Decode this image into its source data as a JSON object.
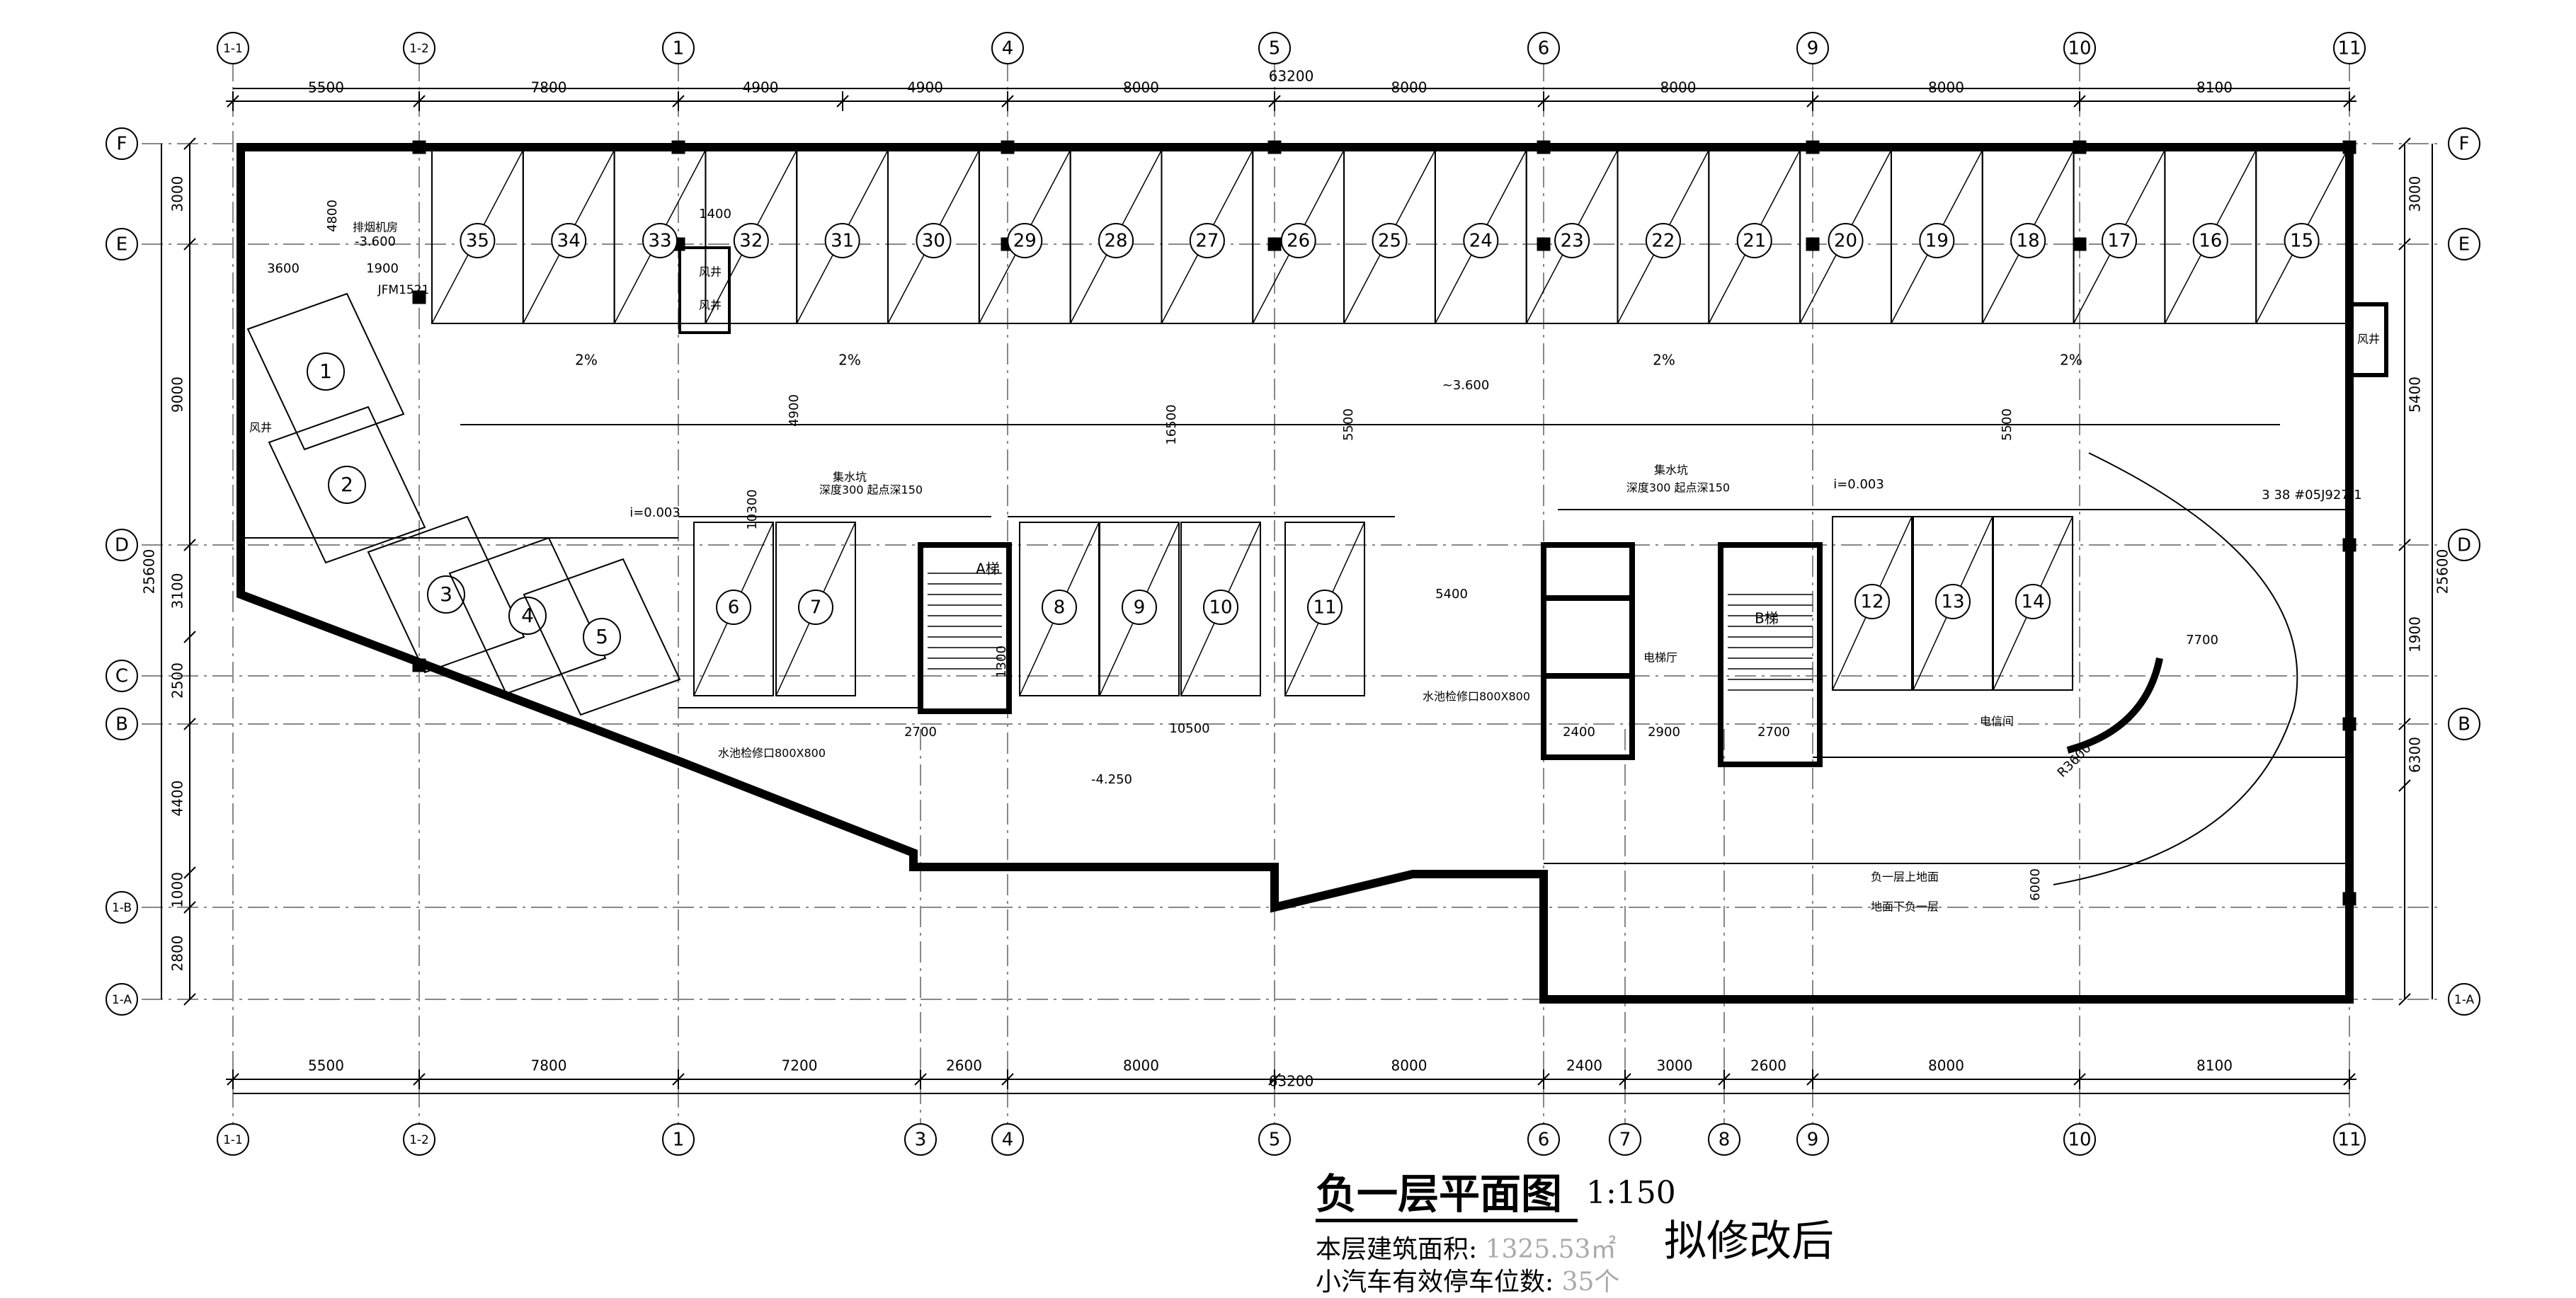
{
  "drawing": {
    "top_axes": [
      "1-1",
      "1-2",
      "1",
      "4",
      "5",
      "6",
      "9",
      "10",
      "11"
    ],
    "bottom_axes": [
      "1-1",
      "1-2",
      "1",
      "3",
      "4",
      "5",
      "6",
      "7",
      "8",
      "9",
      "10",
      "11"
    ],
    "left_axes": [
      "F",
      "E",
      "D",
      "C",
      "B",
      "1-B",
      "1-A"
    ],
    "right_axes": [
      "F",
      "E",
      "D",
      "B",
      "1-A"
    ],
    "top_dims": [
      "5500",
      "7800",
      "4900",
      "4900",
      "8000",
      "8000",
      "8000",
      "8000",
      "8100"
    ],
    "top_total": "63200",
    "bottom_dims": [
      "5500",
      "7800",
      "7200",
      "2600",
      "8000",
      "8000",
      "2400",
      "3000",
      "2600",
      "8000",
      "8100"
    ],
    "bottom_total": "63200",
    "left_dims": [
      "3000",
      "9000",
      "3100",
      "2500",
      "4400",
      "1000",
      "2800"
    ],
    "left_total": "25600",
    "right_dims": [
      "3000",
      "5400",
      "1900",
      "6300"
    ],
    "right_total": "25600",
    "parking_top": [
      "35",
      "34",
      "33",
      "32",
      "31",
      "30",
      "29",
      "28",
      "27",
      "26",
      "25",
      "24",
      "23",
      "22",
      "21",
      "20",
      "19",
      "18",
      "17",
      "16",
      "15"
    ],
    "parking_mid": [
      "6",
      "7",
      "8",
      "9",
      "10",
      "11",
      "12",
      "13",
      "14"
    ],
    "parking_left": [
      "1",
      "2",
      "3",
      "4",
      "5"
    ],
    "labels": {
      "dim_4800": "4800",
      "dim_1400": "1400",
      "dim_3600": "3600",
      "dim_1900": "1900",
      "jfm": "JFM1521",
      "fan": "风井",
      "fan_room": "排烟机房",
      "level_a": "-3.600",
      "level_b": "~3.600",
      "level_c": "-4.250",
      "slope": "2%",
      "grade": "i=0.003",
      "dim_5500": "5500",
      "dim_16500": "16500",
      "dim_10300": "10300",
      "dim_5400": "5400",
      "dim_10500": "10500",
      "dim_7700": "7700",
      "dim_2700": "2700",
      "dim_2400": "2400",
      "dim_2900": "2900",
      "stair_a": "A梯",
      "stair_b": "B梯",
      "pump_room": "集水坑",
      "pump_note": "深度300  起点深150",
      "well": "水池检修口800X800",
      "elevator_hall": "电梯厅",
      "power_room": "电信间",
      "ramp_up": "负一层上地面",
      "ramp_down": "地面下负一层",
      "ref": "3 38 #05J927-1",
      "dim_6000": "6000",
      "dim_1300": "1300",
      "dim_R3600": "R3600"
    }
  },
  "footer": {
    "title": "负一层平面图",
    "scale": "1:150",
    "area_label": "本层建筑面积:",
    "area_value": "1325.53㎡",
    "parking_label": "小汽车有效停车位数:",
    "parking_value": "35个",
    "status": "拟修改后"
  }
}
